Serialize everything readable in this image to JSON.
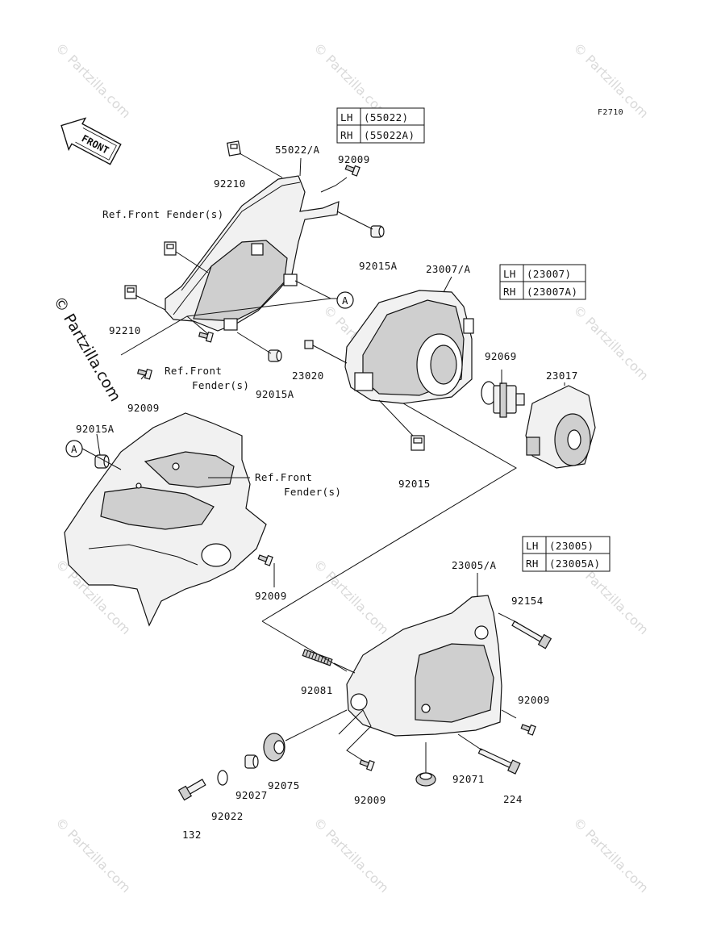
{
  "figure_code": "F2710",
  "front_arrow_label": "FRONT",
  "watermark": {
    "small": "© Partzilla.com",
    "large": "© Partzilla.com"
  },
  "tables": [
    {
      "rows": [
        [
          "LH",
          "(55022)"
        ],
        [
          "RH",
          "(55022A)"
        ]
      ]
    },
    {
      "rows": [
        [
          "LH",
          "(23007)"
        ],
        [
          "RH",
          "(23007A)"
        ]
      ]
    },
    {
      "rows": [
        [
          "LH",
          "(23005)"
        ],
        [
          "RH",
          "(23005A)"
        ]
      ]
    }
  ],
  "callouts": {
    "a_top": "A",
    "a_left": "A"
  },
  "part_labels": {
    "p55022": "55022/A",
    "p92009_top": "92009",
    "p92210_top": "92210",
    "ref_fender_1": "Ref.Front Fender(s)",
    "p92015a_right": "92015A",
    "p23007": "23007/A",
    "p92210_left": "92210",
    "p92009_left": "92009",
    "ref_fender_2a": "Ref.Front",
    "ref_fender_2b": "Fender(s)",
    "p92015a_mid": "92015A",
    "p23020": "23020",
    "p92069": "92069",
    "p23017": "23017",
    "p92015": "92015",
    "p92015a_left": "92015A",
    "ref_fender_3a": "Ref.Front",
    "ref_fender_3b": "Fender(s)",
    "p92009_mid": "92009",
    "p23005": "23005/A",
    "p92154": "92154",
    "p92081": "92081",
    "p92009_right": "92009",
    "p92075": "92075",
    "p92027": "92027",
    "p92009_bottom": "92009",
    "p92071": "92071",
    "p224": "224",
    "p92022": "92022",
    "p132": "132"
  }
}
